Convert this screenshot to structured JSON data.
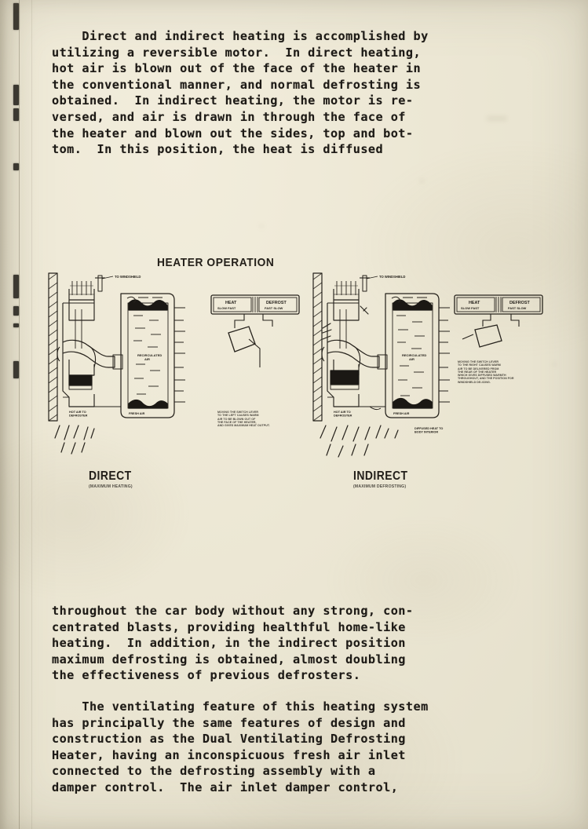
{
  "page": {
    "paper_color": "#ece7d4",
    "ink_color": "#1d1a16"
  },
  "paragraphs": {
    "top": "    Direct and indirect heating is accomplished by\nutilizing a reversible motor.  In direct heating,\nhot air is blown out of the face of the heater in\nthe conventional manner, and normal defrosting is\nobtained.  In indirect heating, the motor is re-\nversed, and air is drawn in through the face of\nthe heater and blown out the sides, top and bot-\ntom.  In this position, the heat is diffused",
    "middle": "throughout the car body without any strong, con-\ncentrated blasts, providing healthful home-like\nheating.  In addition, in the indirect position\nmaximum defrosting is obtained, almost doubling\nthe effectiveness of previous defrosters.",
    "bottom": "    The ventilating feature of this heating system\nhas principally the same features of design and\nconstruction as the Dual Ventilating Defrosting\nHeater, having an inconspicuous fresh air inlet\nconnected to the defrosting assembly with a\ndamper control.  The air inlet damper control,"
  },
  "figure": {
    "title": "HEATER OPERATION",
    "panels": [
      {
        "id": "direct",
        "caption": "DIRECT",
        "subcaption": "(MAXIMUM HEATING)",
        "labels": {
          "windshield": "TO WINDSHIELD",
          "recirculated": "RECIRCULATED\nAIR",
          "hot_air": "HOT AIR TO\nDEFROSTER",
          "fresh_air": "FRESH AIR"
        },
        "switch": {
          "left_name": "HEAT",
          "left_sub": "SLOW  FAST",
          "right_name": "DEFROST",
          "right_sub": "FAST  SLOW"
        },
        "note": "MOVING THE SWITCH LEVER\nTO THE LEFT CAUSES WARM\nAIR TO BE BLOWN OUT OF\nTHE FACE OF THE HEATER,\nAND GIVES MAXIMUM HEAT OUTPUT."
      },
      {
        "id": "indirect",
        "caption": "INDIRECT",
        "subcaption": "(MAXIMUM DEFROSTING)",
        "labels": {
          "windshield": "TO WINDSHIELD",
          "recirculated": "RECIRCULATED\nAIR",
          "hot_air": "HOT AIR TO\nDEFROSTER",
          "fresh_air": "FRESH AIR",
          "diffused": "DIFFUSED HEAT TO\nBODY INTERIOR"
        },
        "switch": {
          "left_name": "HEAT",
          "left_sub": "SLOW  FAST",
          "right_name": "DEFROST",
          "right_sub": "FAST  SLOW"
        },
        "note": "MOVING THE SWITCH LEVER\nTO THE RIGHT CAUSES WARM\nAIR TO BE DELIVERED FROM\nTHE REAR OF THE HEATER\nWHICH GIVES DIFFUSED WARMTH\nTHROUGHOUT, AND THE POSITION FOR\nWINDSHIELD DE-ICING."
      }
    ]
  }
}
